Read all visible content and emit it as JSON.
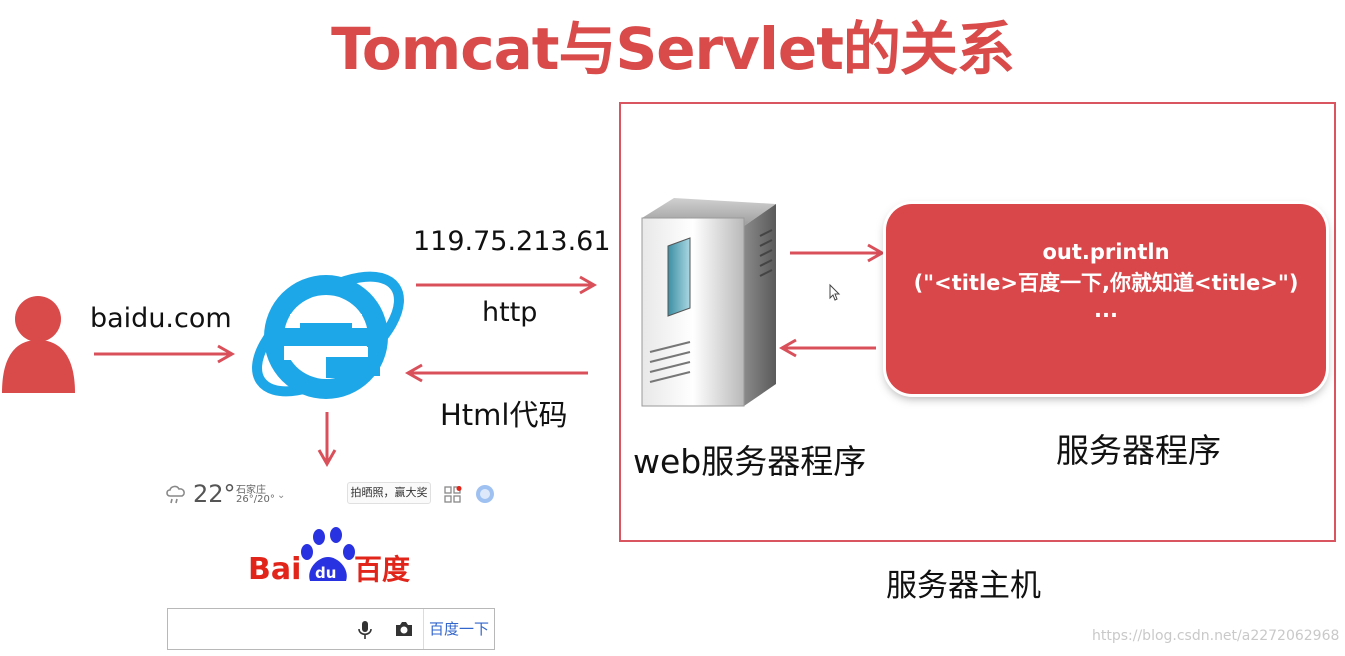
{
  "title": "Tomcat与Servlet的关系",
  "labels": {
    "domain": "baidu.com",
    "ip": "119.75.213.61",
    "protocol": "http",
    "response": "Html代码",
    "web_server": "web服务器程序",
    "server_program": "服务器程序",
    "server_host": "服务器主机"
  },
  "code_card": {
    "line1": "out.println",
    "line2": "(\"<title>百度一下,你就知道<title>\")",
    "line3": "..."
  },
  "baidu_page": {
    "temperature": "22°",
    "city": "石家庄",
    "temp_range": "26°/20°",
    "promo": "拍晒照，赢大奖",
    "logo_text": "Bai",
    "logo_du": "du",
    "logo_cn": "百度",
    "search_button": "百度一下"
  },
  "watermark": "https://blog.csdn.net/a2272062968",
  "colors": {
    "accent": "#d94a4a",
    "arrow": "#d9505a",
    "ie_blue": "#1ea7e8",
    "baidu_red": "#e1251b",
    "baidu_blue": "#2932e1"
  }
}
